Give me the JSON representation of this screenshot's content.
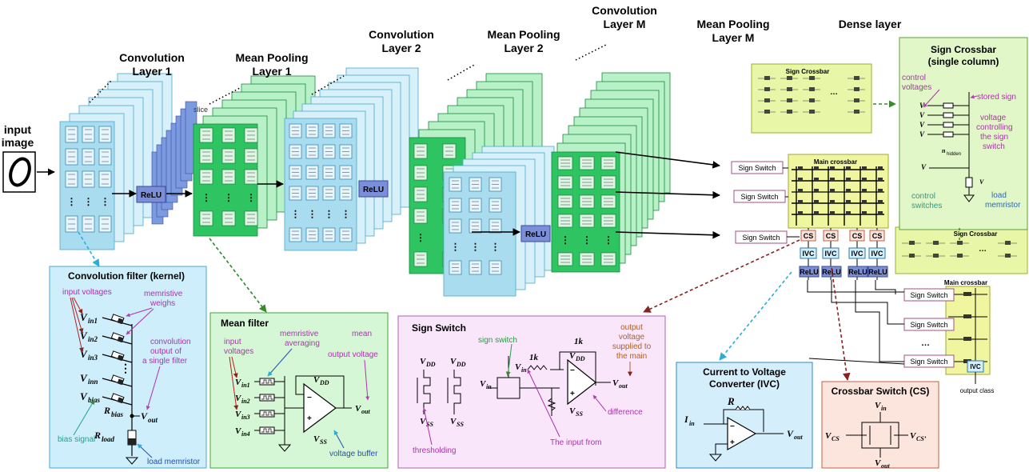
{
  "labels": {
    "conv1_a": "Convolution",
    "conv1_b": "Layer 1",
    "pool1_a": "Mean Pooling",
    "pool1_b": "Layer 1",
    "conv2_a": "Convolution",
    "conv2_b": "Layer 2",
    "pool2_a": "Mean Pooling",
    "pool2_b": "Layer 2",
    "convM_a": "Convolution",
    "convM_b": "Layer M",
    "poolM_a": "Mean Pooling",
    "poolM_b": "Layer M",
    "dense": "Dense layer",
    "input_a": "input",
    "input_b": "image",
    "slice": "slice",
    "relu": "ReLU",
    "sign_crossbar": "Sign Crossbar",
    "main_crossbar": "Main crossbar",
    "sign_switch": "Sign Switch",
    "cs": "CS",
    "ivc": "IVC",
    "output_class": "output class",
    "dots": "…"
  },
  "sign_col": {
    "title_a": "Sign Crossbar",
    "title_b": "(single column)",
    "control_voltages_a": "control",
    "control_voltages_b": "voltages",
    "stored_sign": "stored sign",
    "vctrl_a": "voltage",
    "vctrl_b": "controlling",
    "vctrl_c": "the sign",
    "vctrl_d": "switch",
    "control_switches_a": "control",
    "control_switches_b": "switches",
    "load_memristor_a": "load",
    "load_memristor_b": "memristor",
    "vin1": "V",
    "n_hidden": "n",
    "hidden_sub": "hidden",
    "vino": "V",
    "vout": "V"
  },
  "conv_filter": {
    "title": "Convolution filter (kernel)",
    "input_voltages": "input voltages",
    "memristive_a": "memristive",
    "memristive_b": "weighs",
    "conv_out_a": "convolution",
    "conv_out_b": "output of",
    "conv_out_c": "a single filter",
    "bias_signal": "bias signal",
    "load_memristor": "load memristor",
    "v_in1": "in1",
    "v_in2": "in2",
    "v_in3": "in3",
    "v_inn": "inn",
    "v_bias": "bias",
    "r_bias": "bias",
    "r_load": "load",
    "v_out": "out"
  },
  "mean_filter": {
    "title": "Mean filter",
    "input_a": "input",
    "input_b": "voltages",
    "avg_a": "memristive",
    "avg_b": "averaging",
    "mean_a": "mean",
    "mean_b": "output voltage",
    "vdd": "DD",
    "vss": "SS",
    "vout": "out",
    "voltage_buffer": "voltage buffer",
    "vin1": "in1",
    "vin2": "in2",
    "vin3": "in3",
    "vin4": "in4"
  },
  "sign_switch_box": {
    "title": "Sign Switch",
    "sign_switch_lbl": "sign switch",
    "output_a": "output",
    "output_b": "voltage",
    "output_c": "supplied to",
    "output_d": "the main",
    "r1k_a": "1k",
    "r1k_b": "1k",
    "vdd": "DD",
    "vss": "SS",
    "vin": "in",
    "vout": "out",
    "difference": "difference",
    "thresholding": "thresholding",
    "input_from": "The input from"
  },
  "ivc_box": {
    "title_a": "Current to Voltage",
    "title_b": "Converter (IVC)",
    "r": "R",
    "iin": "in",
    "vout": "out"
  },
  "cs_box": {
    "title": "Crossbar Switch (CS)",
    "vin": "in",
    "vcs": "CS",
    "vcs2": "CS’",
    "vout": "out"
  },
  "colors": {
    "conv_blue": "#bfe3f2",
    "pool_green": "#2ec462",
    "crossbar_yellow": "#f0f6b0",
    "light_green": "#e0f5c0",
    "filter_bg": "#cdeefa",
    "mean_bg": "#d6f7d6",
    "sign_bg": "#fae6fa",
    "ivc_bg": "#d4eefb",
    "cs_bg": "#fbe5dd",
    "sc_bg": "#e2f7c8"
  }
}
